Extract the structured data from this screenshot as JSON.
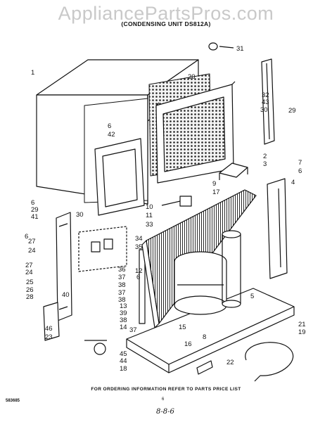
{
  "watermark": "AppliancePartsPros.com",
  "title": "CONDENSING UNIT DS812A",
  "footer_note": "FOR ORDERING INFORMATION REFER TO PARTS PRICE LIST",
  "diagram_code": "583685",
  "page_number": "6",
  "date_stamp": "8-8-6",
  "callouts": [
    "1",
    "2",
    "3",
    "4",
    "5",
    "6",
    "7",
    "8",
    "9",
    "10",
    "11",
    "12",
    "13",
    "14",
    "15",
    "16",
    "17",
    "18",
    "19",
    "20",
    "21",
    "22",
    "23",
    "24",
    "25",
    "26",
    "27",
    "28",
    "29",
    "30",
    "31",
    "32",
    "33",
    "34",
    "35",
    "36",
    "37",
    "38",
    "39",
    "40",
    "41",
    "42",
    "43",
    "44",
    "45",
    "46"
  ],
  "labels": [
    "31",
    "1",
    "20",
    "32",
    "43",
    "30",
    "29",
    "6",
    "42",
    "2",
    "3",
    "9",
    "7",
    "6",
    "4",
    "17",
    "6",
    "29",
    "41",
    "30",
    "10",
    "11",
    "33",
    "6",
    "27",
    "24",
    "34",
    "35",
    "27",
    "24",
    "25",
    "26",
    "28",
    "36",
    "37",
    "38",
    "37",
    "38",
    "40",
    "13",
    "39",
    "38",
    "37",
    "12",
    "6",
    "14",
    "5",
    "15",
    "16",
    "8",
    "21",
    "19",
    "46",
    "23",
    "45",
    "44",
    "18",
    "22"
  ]
}
